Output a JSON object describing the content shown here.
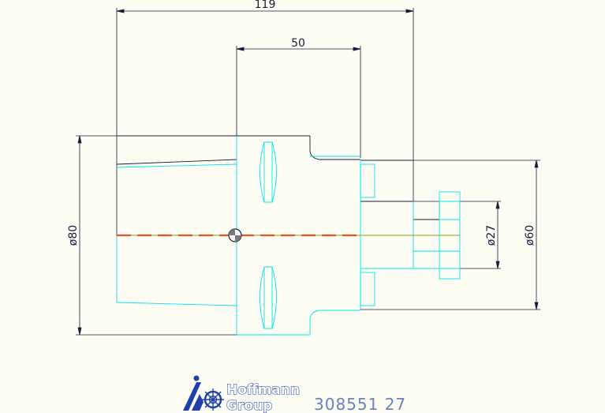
{
  "drawing": {
    "dimensions": {
      "overall_length": "119",
      "body_length": "50",
      "diameter_80": "ø80",
      "diameter_60": "ø60",
      "diameter_27": "ø27"
    },
    "colors": {
      "outline": "#00e5ee",
      "dimension": "#1a1a3a",
      "centerline": "#e8541f",
      "axis": "#8a9a20",
      "logo": "#1f3fae",
      "article": "#6a7fc4"
    }
  },
  "footer": {
    "logo_line1": "Hoffmann",
    "logo_line2": "Group",
    "article_number": "308551 27"
  }
}
